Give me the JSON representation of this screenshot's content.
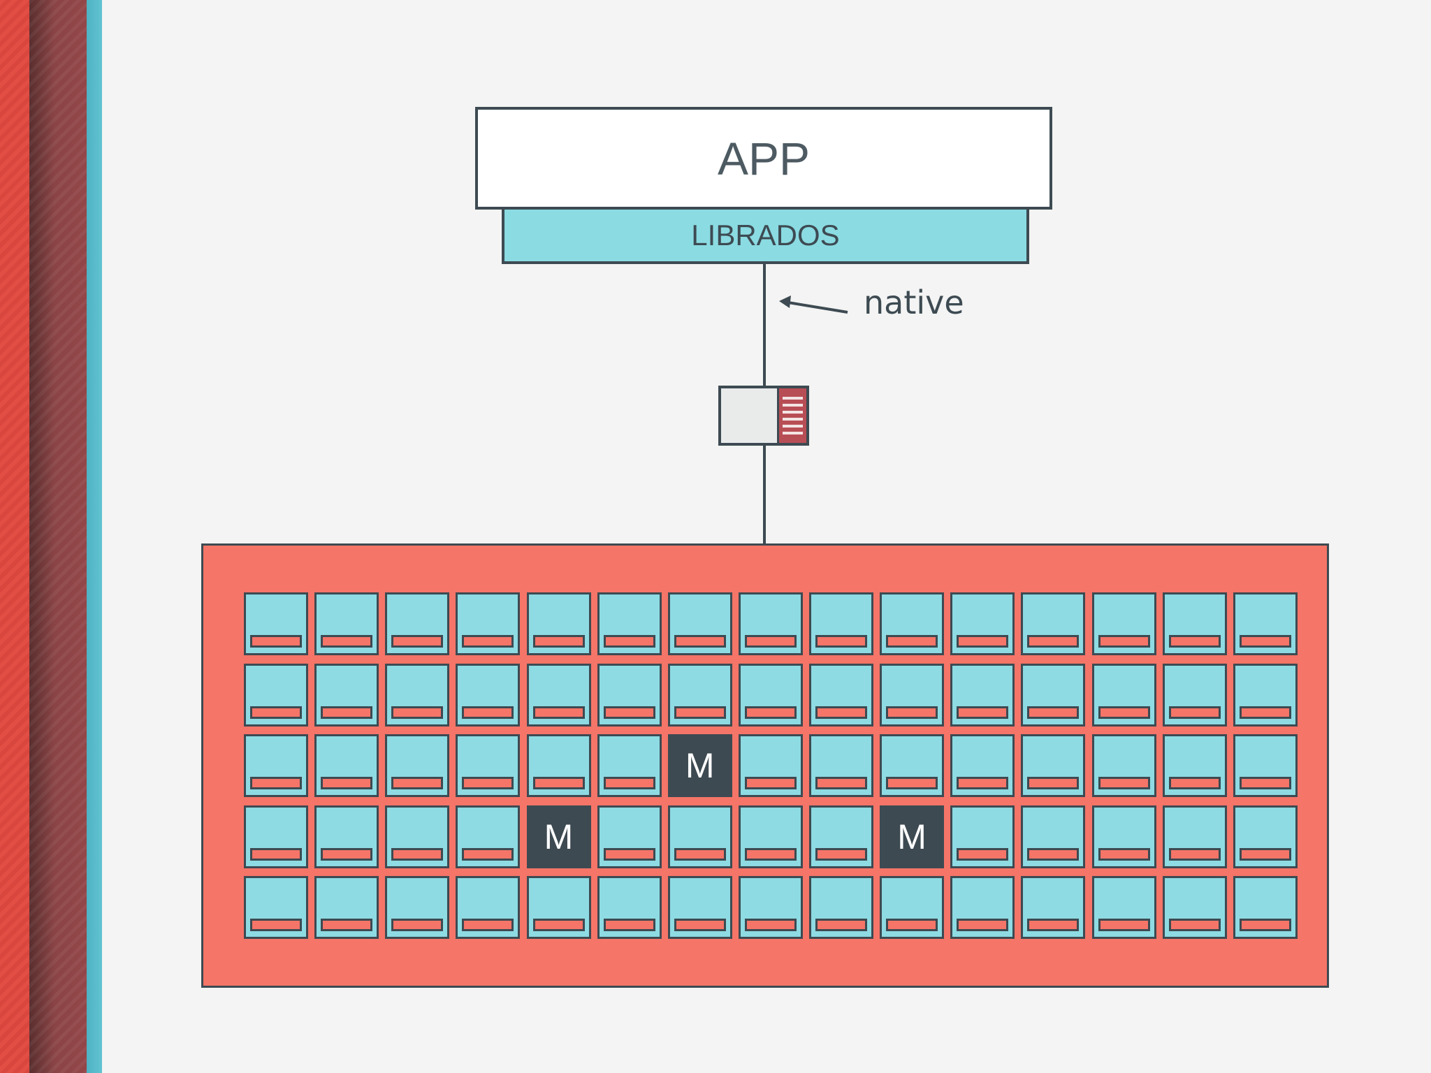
{
  "app": {
    "label": "APP"
  },
  "librados": {
    "label": "LIBRADOS"
  },
  "connection": {
    "label": "native"
  },
  "cluster": {
    "rows": 5,
    "columns": 15,
    "monitor_label": "M",
    "monitors": [
      [
        2,
        6
      ],
      [
        3,
        4
      ],
      [
        3,
        9
      ]
    ]
  },
  "colors": {
    "cluster": "#f57568",
    "node": "#8edbe3",
    "librados": "#8bdbe2",
    "monitor": "#3d4a52",
    "outline": "#3d4a52"
  }
}
